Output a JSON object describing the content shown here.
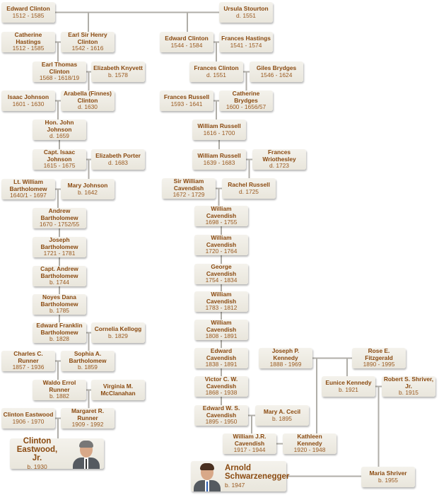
{
  "persons": [
    {
      "name": "Edward Clinton",
      "dates": "1512 - 1585"
    },
    {
      "name": "Catherine Hastings",
      "dates": "1512 - 1585"
    },
    {
      "name": "Earl Sir Henry Clinton",
      "dates": "1542 - 1616"
    },
    {
      "name": "Earl Thomas Clinton",
      "dates": "1568 - 1618/19"
    },
    {
      "name": "Elizabeth Knyvett",
      "dates": "b. 1578"
    },
    {
      "name": "Isaac Johnson",
      "dates": "1601 - 1630"
    },
    {
      "name": "Arabella (Finnes) Clinton",
      "dates": "d. 1630"
    },
    {
      "name": "Hon. John Johnson",
      "dates": "d. 1659"
    },
    {
      "name": "Capt. Isaac Johnson",
      "dates": "1615 - 1675"
    },
    {
      "name": "Elizabeth Porter",
      "dates": "d. 1683"
    },
    {
      "name": "Lt. William Bartholomew",
      "dates": "1640/1 - 1697"
    },
    {
      "name": "Mary Johnson",
      "dates": "b. 1642"
    },
    {
      "name": "Andrew Bartholomew",
      "dates": "1670 - 1752/55"
    },
    {
      "name": "Joseph Bartholomew",
      "dates": "1721 - 1781"
    },
    {
      "name": "Capt. Andrew Bartholomew",
      "dates": "b. 1744"
    },
    {
      "name": "Noyes Dana Bartholomew",
      "dates": "b. 1785"
    },
    {
      "name": "Edward Franklin Bartholomew",
      "dates": "b. 1828"
    },
    {
      "name": "Cornelia Kellogg",
      "dates": "b. 1829"
    },
    {
      "name": "Charles C. Runner",
      "dates": "1857 - 1936"
    },
    {
      "name": "Sophia A. Bartholomew",
      "dates": "b. 1859"
    },
    {
      "name": "Waldo Errol Runner",
      "dates": "b. 1882"
    },
    {
      "name": "Virginia M. McClanahan",
      "dates": ""
    },
    {
      "name": "Clinton Eastwood",
      "dates": "1906 - 1970"
    },
    {
      "name": "Margaret R. Runner",
      "dates": "1909 - 1992"
    },
    {
      "name": "Clinton Eastwood, Jr.",
      "dates": "b. 1930"
    },
    {
      "name": "Ursula Stourton",
      "dates": "d. 1551"
    },
    {
      "name": "Edward Clinton",
      "dates": "1544 - 1584"
    },
    {
      "name": "Frances Hastings",
      "dates": "1541 - 1574"
    },
    {
      "name": "Frances Clinton",
      "dates": "d. 1551"
    },
    {
      "name": "Giles Brydges",
      "dates": "1546 - 1624"
    },
    {
      "name": "Frances Russell",
      "dates": "1593 - 1641"
    },
    {
      "name": "Catherine Brydges",
      "dates": "1600 - 1656/57"
    },
    {
      "name": "William Russell",
      "dates": "1616 - 1700"
    },
    {
      "name": "William Russell",
      "dates": "1639 - 1683"
    },
    {
      "name": "Frances Wriothesley",
      "dates": "d. 1723"
    },
    {
      "name": "Sir William Cavendish",
      "dates": "1672 - 1729"
    },
    {
      "name": "Rachel Russell",
      "dates": "d. 1725"
    },
    {
      "name": "William Cavendish",
      "dates": "1698 - 1755"
    },
    {
      "name": "William Cavendish",
      "dates": "1720 - 1764"
    },
    {
      "name": "George Cavendish",
      "dates": "1754 - 1834"
    },
    {
      "name": "William Cavendish",
      "dates": "1783 - 1812"
    },
    {
      "name": "William Cavendish",
      "dates": "1808 - 1891"
    },
    {
      "name": "Edward Cavendish",
      "dates": "1838 - 1891"
    },
    {
      "name": "Victor C. W. Cavendish",
      "dates": "1868 - 1938"
    },
    {
      "name": "Edward W. S. Cavendish",
      "dates": "1895 - 1950"
    },
    {
      "name": "Mary A. Cecil",
      "dates": "b. 1895"
    },
    {
      "name": "William J.R. Cavendish",
      "dates": "1917 - 1944"
    },
    {
      "name": "Kathleen Kennedy",
      "dates": "1920 - 1948"
    },
    {
      "name": "Arnold Schwarzenegger",
      "dates": "b. 1947"
    },
    {
      "name": "Joseph P. Kennedy",
      "dates": "1888 - 1969"
    },
    {
      "name": "Rose E. Fitzgerald",
      "dates": "1890 - 1995"
    },
    {
      "name": "Eunice Kennedy",
      "dates": "b. 1921"
    },
    {
      "name": "Robert S. Shriver, Jr.",
      "dates": "b. 1915"
    },
    {
      "name": "Maria Shriver",
      "dates": "b. 1955"
    }
  ],
  "colors": {
    "line": "#b0aea8",
    "name_text": "#8a4a10",
    "box_bg": "#efede6"
  },
  "icons": {
    "eastwood_photo": "portrait-photo",
    "schwarzenegger_photo": "portrait-photo"
  }
}
